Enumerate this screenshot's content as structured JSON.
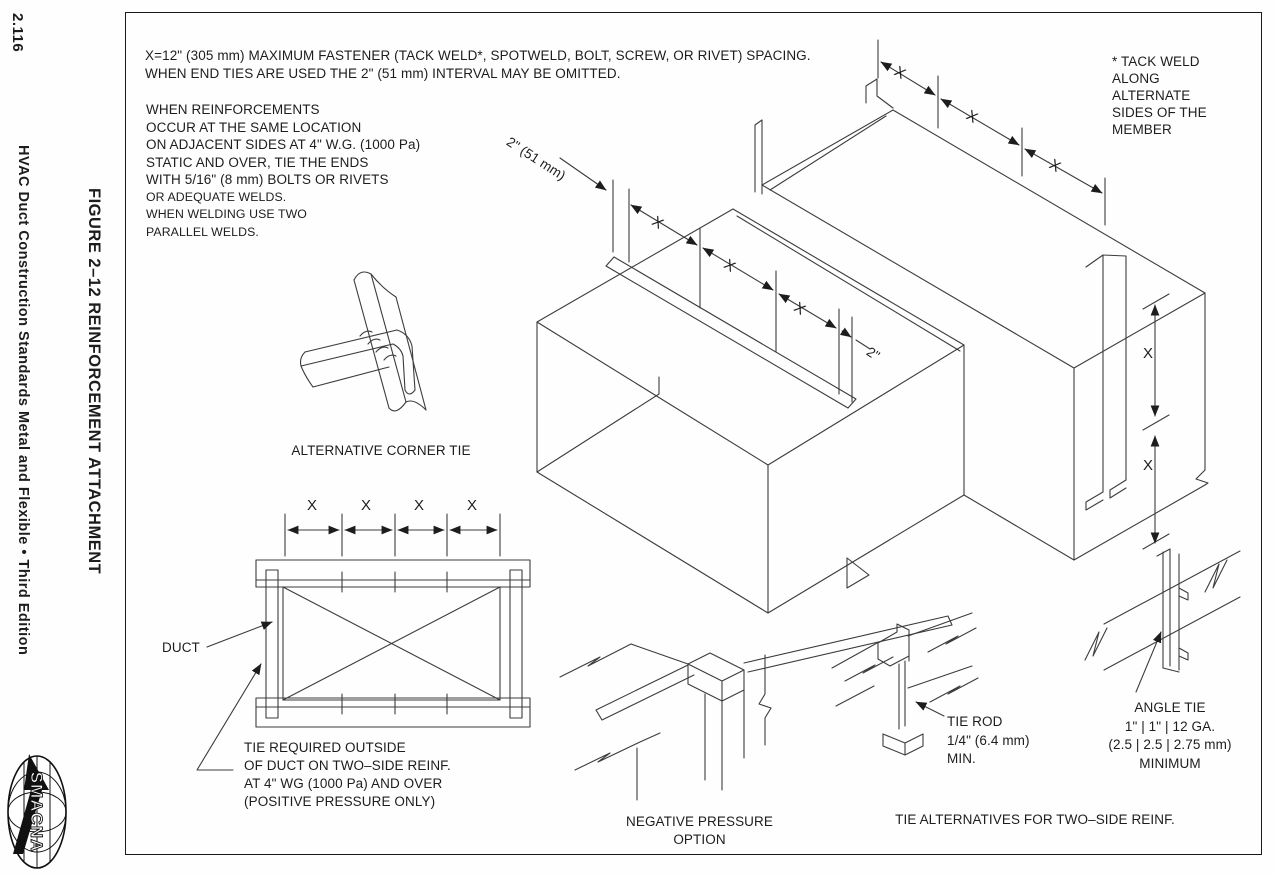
{
  "sidebar": {
    "page_number": "2.116",
    "edition": "HVAC Duct Construction Standards Metal and Flexible • Third Edition",
    "figure_title": "FIGURE 2–12  REINFORCEMENT ATTACHMENT",
    "logo_text": "SMACNA"
  },
  "notes": {
    "top_line1": "X=12\" (305 mm) MAXIMUM FASTENER (TACK WELD*, SPOTWELD, BOLT, SCREW, OR RIVET) SPACING.",
    "top_line2": "WHEN END TIES ARE USED THE 2\" (51 mm) INTERVAL MAY BE OMITTED.",
    "reinforcement_lines": [
      "WHEN REINFORCEMENTS",
      "OCCUR AT THE SAME LOCATION",
      "ON ADJACENT SIDES AT 4\" W.G. (1000 Pa)",
      "STATIC AND OVER, TIE THE ENDS",
      "WITH 5/16\" (8 mm) BOLTS OR RIVETS",
      "OR ADEQUATE WELDS.",
      "WHEN WELDING USE TWO",
      "PARALLEL WELDS."
    ],
    "tack_weld_lines": [
      "* TACK WELD",
      "ALONG",
      "ALTERNATE",
      "SIDES OF THE",
      "MEMBER"
    ]
  },
  "labels": {
    "x": "X",
    "dim_2in_51mm": "2\" (51 mm)",
    "dim_2in": "2\"",
    "duct": "DUCT",
    "alt_corner_tie": "ALTERNATIVE CORNER TIE",
    "tie_required_lines": [
      "TIE REQUIRED OUTSIDE",
      "OF DUCT ON TWO–SIDE REINF.",
      "AT 4\" WG (1000 Pa) AND OVER",
      "(POSITIVE PRESSURE ONLY)"
    ],
    "negative_pressure_lines": [
      "NEGATIVE PRESSURE",
      "OPTION"
    ],
    "tie_rod_lines": [
      "TIE ROD",
      "1/4\" (6.4 mm)",
      "MIN."
    ],
    "angle_tie_lines": [
      "ANGLE TIE",
      "1\" | 1\" | 12 GA.",
      "(2.5 | 2.5 | 2.75 mm)",
      "MINIMUM"
    ],
    "tie_alternatives_caption": "TIE ALTERNATIVES FOR TWO–SIDE REINF."
  },
  "colors": {
    "ink": "#1d1d1d",
    "line": "#3c3c3c"
  }
}
